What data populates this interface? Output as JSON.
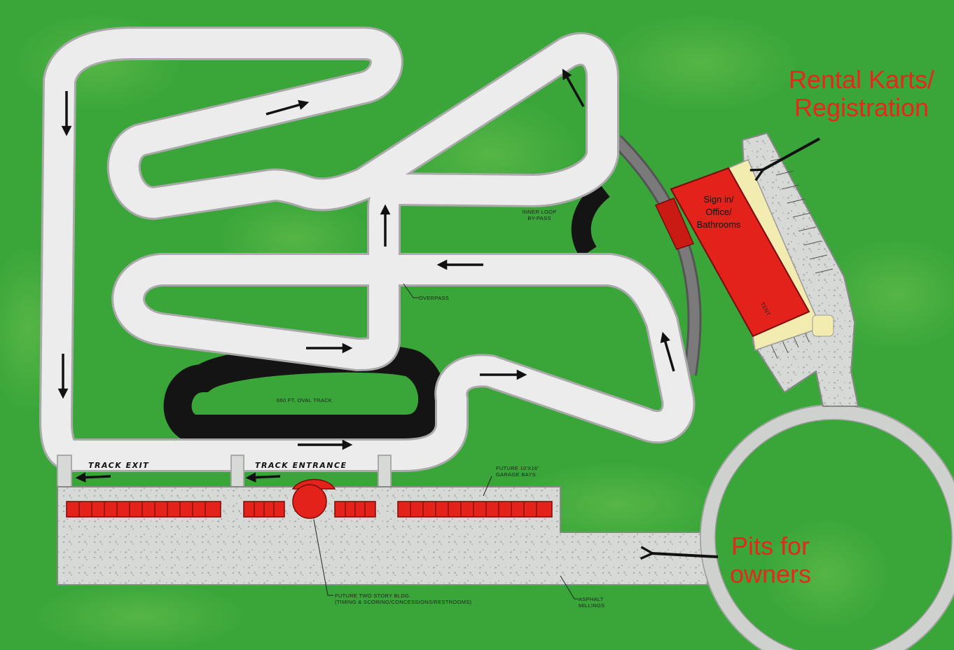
{
  "labels": {
    "rental_karts_line1": "Rental Karts/",
    "rental_karts_line2": "Registration",
    "pits_line1": "Pits for",
    "pits_line2": "owners",
    "office_line1": "Sign in/",
    "office_line2": "Office/",
    "office_line3": "Bathrooms",
    "tent": "TENT",
    "inner_loop_line1": "INNER LOOP",
    "inner_loop_line2": "BY-PASS",
    "overpass": "OVERPASS",
    "oval_track": "660 FT. OVAL TRACK",
    "track_exit": "TRACK EXIT",
    "track_entrance": "TRACK ENTRANCE",
    "garage_line1": "FUTURE 10'x16'",
    "garage_line2": "GARAGE BAYS",
    "bldg_line1": "FUTURE TWO STORY BLDG.",
    "bldg_line2": "(TIMING & SCORING/CONCESSIONS/RESTROOMS)",
    "asphalt_line1": "ASPHALT",
    "asphalt_line2": "MILLINGS"
  },
  "colors": {
    "grass": "#3aa63a",
    "track": "#ececec",
    "track_edge": "#a9a9a9",
    "oval_asphalt": "#141414",
    "bypass_road": "#6b6b6b",
    "pit_gravel": "#d7d9d6",
    "building_red": "#e3231b",
    "label_red": "#e8261c",
    "tent_yellow": "#f3ecb0"
  },
  "icons": [
    "direction-arrow-icon",
    "pointer-arrow-icon"
  ]
}
